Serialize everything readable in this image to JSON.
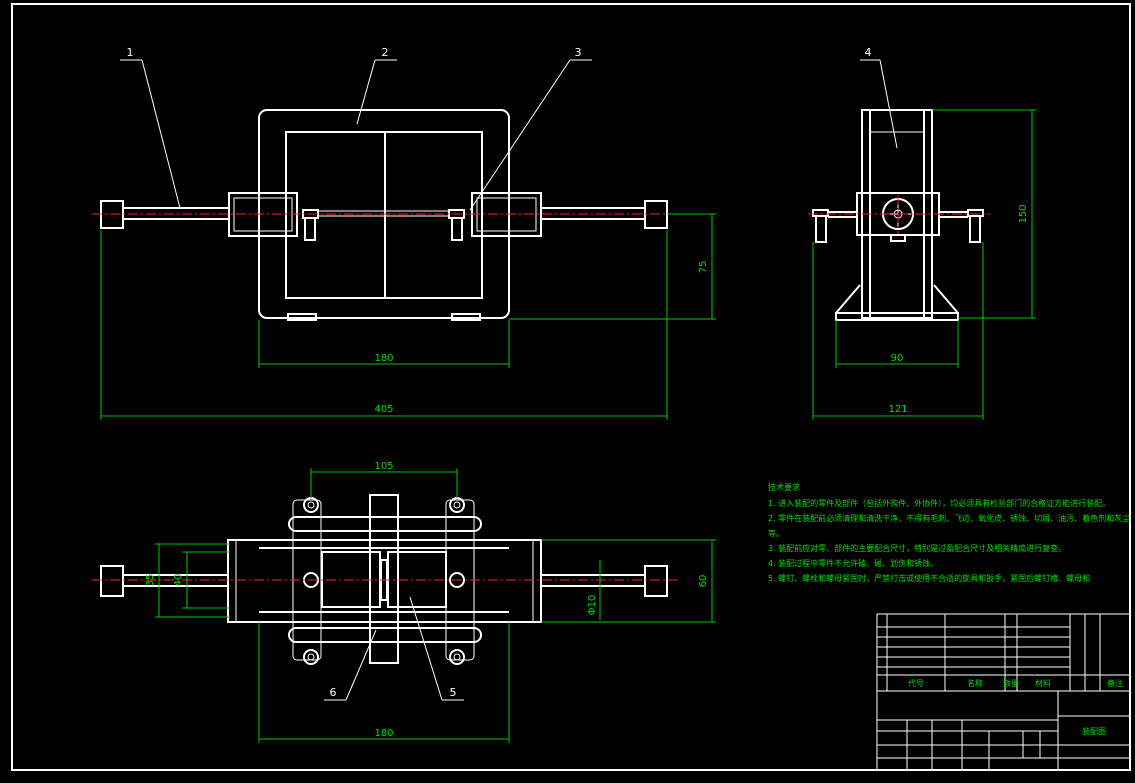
{
  "drawing": {
    "colors": {
      "background": "#000000",
      "outline": "#ffffff",
      "dimension": "#00c800",
      "centerline": "#ff2020"
    },
    "part_labels": [
      "1",
      "2",
      "3",
      "4",
      "5",
      "6"
    ],
    "dimensions": {
      "front_width_180": "180",
      "front_total_405": "405",
      "front_height_75": "75",
      "side_height_150": "150",
      "side_base_90": "90",
      "side_total_121": "121",
      "top_105": "105",
      "top_35": "35",
      "top_40": "40",
      "top_phi10": "Φ10",
      "top_60": "60",
      "top_180": "180"
    },
    "notes": {
      "title": "技术要求",
      "lines": [
        "1. 进入装配的零件及部件（包括外购件、外协件），均必须具有检验部门的合格证方能进行装配。",
        "2. 零件在装配前必须清理和清洗干净，不得有毛刺、飞边、氧化皮、锈蚀、切屑、油污、着色剂和灰尘",
        "等。",
        "3. 装配前应对零、部件的主要配合尺寸，特别是过盈配合尺寸及相关精度进行复查。",
        "4. 装配过程中零件不允许磕、碰、划伤和锈蚀。",
        "5. 螺钉、螺栓和螺母紧固时，严禁打击或使用不合适的旋具和扳手，紧固后螺钉槽、螺母和"
      ]
    },
    "title_block": {
      "code_header": "代号",
      "name_header": "名称",
      "qty_header": "数量",
      "material_header": "材料",
      "remark_header": "备注",
      "drawing_name": "装配图"
    }
  }
}
